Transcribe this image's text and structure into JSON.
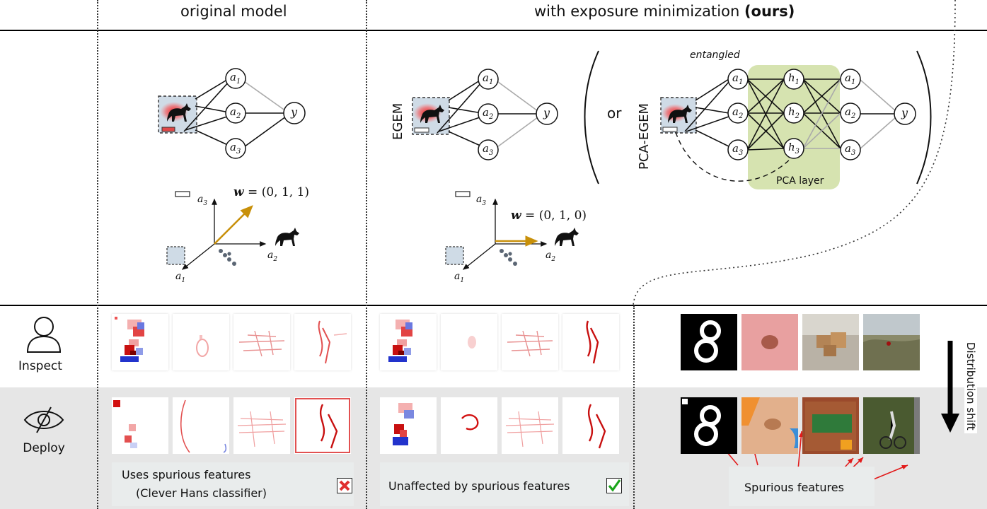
{
  "header": {
    "original": "original model",
    "ours_prefix": "with exposure minimization ",
    "ours_bold": "(ours)"
  },
  "rows": {
    "inspect": "Inspect",
    "deploy": "Deploy"
  },
  "networks": {
    "egem_label": "EGEM",
    "pca_egem_label": "PCA-EGEM",
    "or_label": "or",
    "entangled_label": "entangled",
    "pca_layer_label": "PCA layer",
    "a1": "a",
    "a_sub1": "1",
    "a_sub2": "2",
    "a_sub3": "3",
    "h": "h",
    "y": "y"
  },
  "vectors": {
    "w_original": "= (0, 1, 1)",
    "w_egem": "= (0, 1, 0)",
    "w_symbol": "w"
  },
  "captions": {
    "original_line1": "Uses spurious features",
    "original_line2": "(Clever Hans classifier)",
    "egem": "Unaffected by spurious features",
    "spurious": "Spurious features"
  },
  "side": {
    "distribution_shift": "Distribution shift"
  },
  "colors": {
    "arrow_gold": "#c8900a",
    "pca_green": "#d6e3b0",
    "heat_red": "#d4202a",
    "heat_blue": "#2233cc",
    "cross_red": "#e03030",
    "check_green": "#1aa51a"
  },
  "icons": [
    "person-icon",
    "eye-slash-icon",
    "horse-icon",
    "cross-icon",
    "check-icon"
  ]
}
